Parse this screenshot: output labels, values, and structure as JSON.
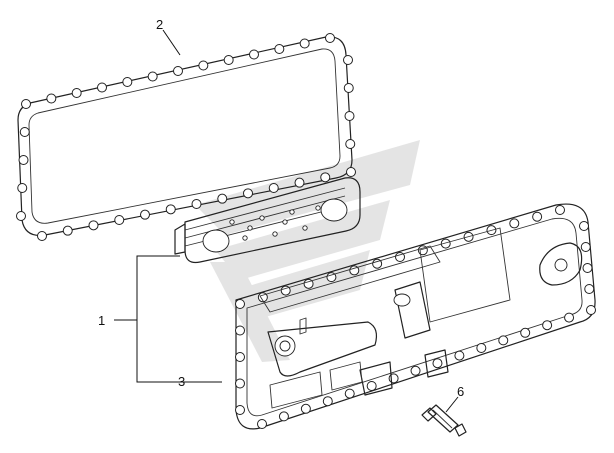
{
  "labels": {
    "part_1": "1",
    "part_2": "2",
    "part_3": "3",
    "part_6": "6"
  },
  "colors": {
    "line": "#222222",
    "watermark": "#b5b5b5",
    "background": "#ffffff"
  },
  "icons": {
    "watermark": "stylized-logo-watermark"
  }
}
